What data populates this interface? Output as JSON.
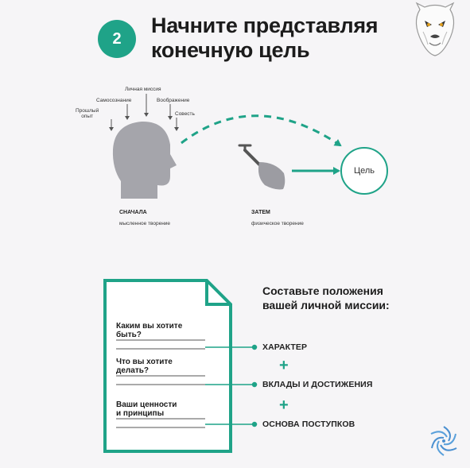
{
  "header": {
    "step_number": "2",
    "title_line1": "Начните представляя",
    "title_line2": "конечную цель"
  },
  "head_labels": {
    "mission": "Личная миссия",
    "self_awareness": "Самосознание",
    "imagination": "Воображение",
    "past_line1": "Прошлый",
    "past_line2": "опыт",
    "conscience": "Совесть"
  },
  "first": {
    "title": "СНАЧАЛА",
    "subtitle": "мысленное творение"
  },
  "then": {
    "title": "ЗАТЕМ",
    "subtitle": "физическое творение"
  },
  "goal": {
    "label": "Цель"
  },
  "document": {
    "q1_line1": "Каким вы хотите",
    "q1_line2": "быть?",
    "q2_line1": "Что вы хотите",
    "q2_line2": "делать?",
    "q3_line1": "Ваши ценности",
    "q3_line2": "и принципы"
  },
  "mission": {
    "title_line1": "Составьте положения",
    "title_line2": "вашей личной миссии:",
    "items": [
      "ХАРАКТЕР",
      "ВКЛАДЫ И ДОСТИЖЕНИЯ",
      "ОСНОВА ПОСТУПКОВ"
    ],
    "plus": "+"
  },
  "colors": {
    "accent": "#1fa388",
    "head": "#a5a5ab",
    "background": "#f6f5f7"
  },
  "icons": [
    "bear-logo-icon",
    "head-silhouette-icon",
    "shovel-icon",
    "document-icon",
    "spiral-logo-icon"
  ]
}
